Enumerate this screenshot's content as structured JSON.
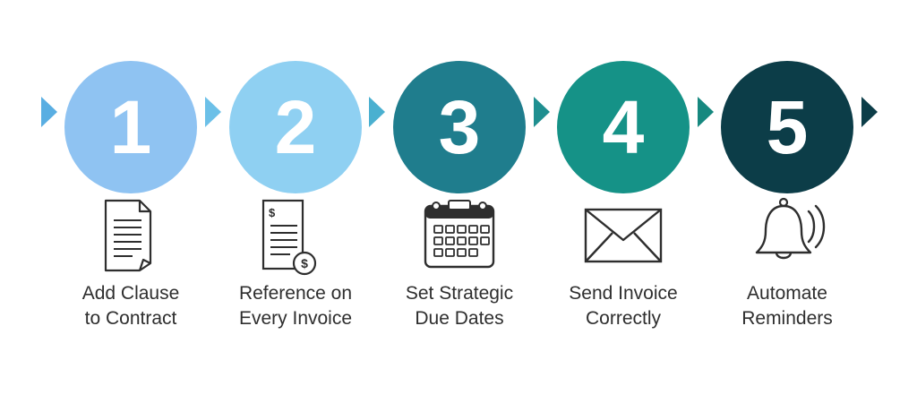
{
  "steps": [
    {
      "number": "1",
      "line1": "Add Clause",
      "line2": "to Contract",
      "icon": "document-icon",
      "color": "#8fc3f2"
    },
    {
      "number": "2",
      "line1": "Reference on",
      "line2": "Every Invoice",
      "icon": "invoice-dollar-icon",
      "color": "#8fd0f2"
    },
    {
      "number": "3",
      "line1": "Set Strategic",
      "line2": "Due Dates",
      "icon": "calendar-icon",
      "color": "#1f7d8d"
    },
    {
      "number": "4",
      "line1": "Send Invoice",
      "line2": "Correctly",
      "icon": "envelope-icon",
      "color": "#159287"
    },
    {
      "number": "5",
      "line1": "Automate",
      "line2": "Reminders",
      "icon": "bell-icon",
      "color": "#0c3d48"
    }
  ],
  "arrow_colors": [
    "#59aee2",
    "#6cc0e8",
    "#4ab0d0",
    "#1f8f90",
    "#16887f",
    "#0c3d48"
  ]
}
